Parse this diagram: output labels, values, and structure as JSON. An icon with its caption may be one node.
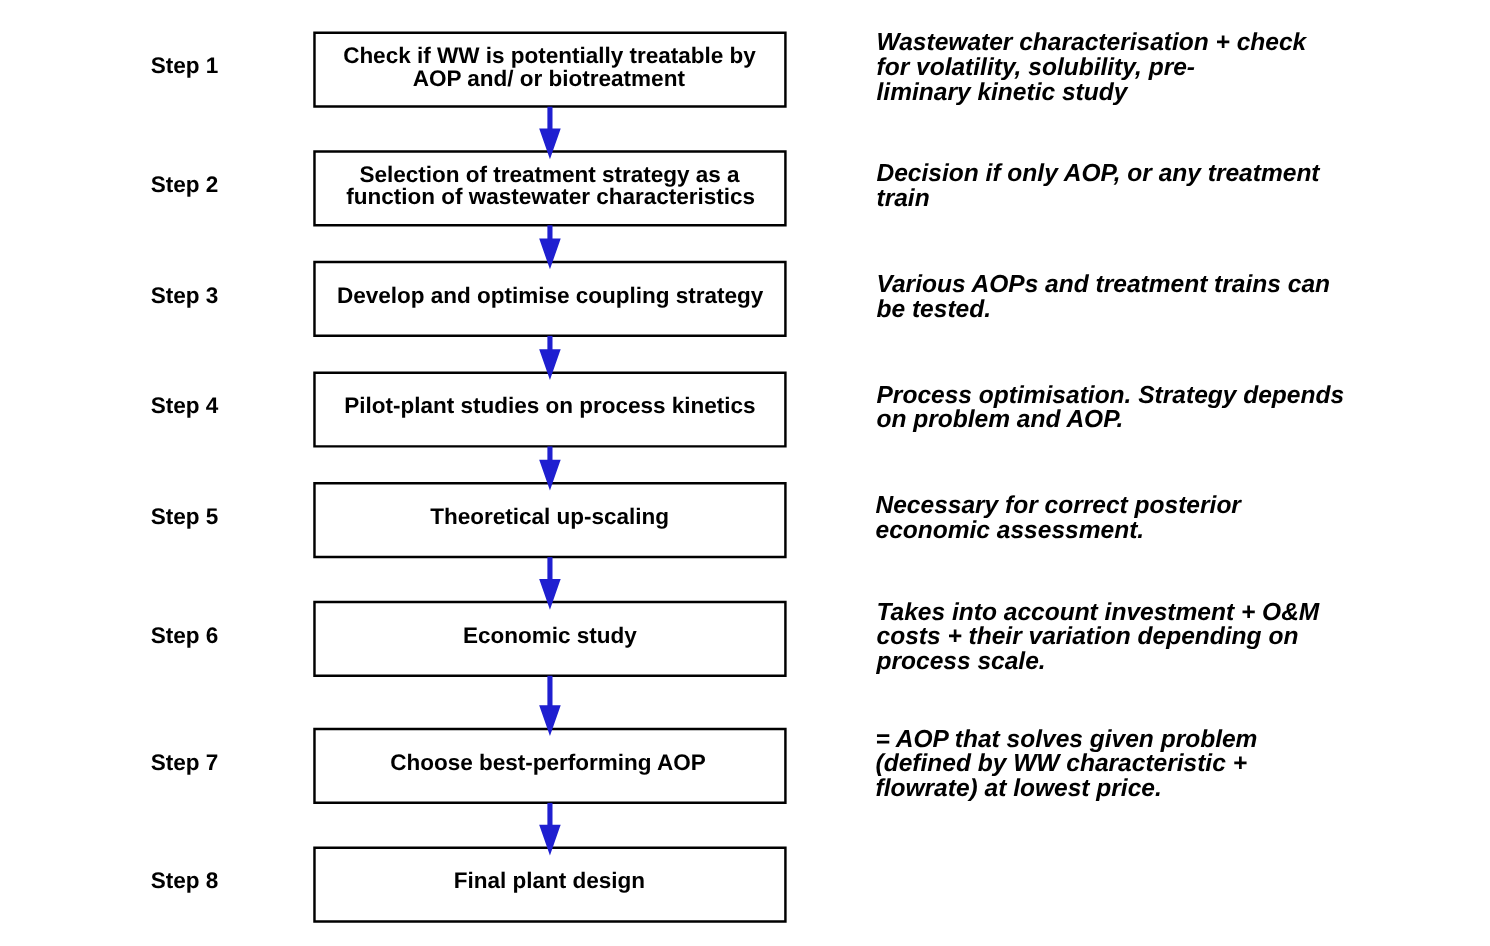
{
  "diagram": {
    "nodes": [
      {
        "text": [
          "Check if WW is potentially treatable by AOP and/ or biotreatment"
        ],
        "beside": [
          "Wastewater characterisation + check for volatility, solubility, pre-liminary kinetic study"
        ]
      },
      {
        "text": [
          "Selection of treatment strategy as a function of wastewater characteristics"
        ],
        "beside": [
          "Decision if only AOP, or any treatment train"
        ]
      },
      {
        "text": [
          "Develop and optimise coupling strategy"
        ],
        "beside": [
          "Various AOPs and treatment trains can be tested."
        ]
      },
      {
        "text": [
          "Pilot-plant studies on process kinetics"
        ],
        "beside": [
          "Process optimisation. Strategy depends on problem and AOP."
        ]
      },
      {
        "text": [
          "Theoretical up-scaling"
        ],
        "beside": [
          "Necessary for correct posterior economic assessment."
        ]
      },
      {
        "text": [
          "Economic study"
        ],
        "beside": [
          "Takes into account investment + O&M costs + their variation depending on process scale."
        ]
      },
      {
        "text": [
          "Choose best-performing AOP"
        ],
        "beside": [
          "= AOP that solves given problem (defined by WW characteristic + flowrate) at lowest price."
        ]
      },
      {
        "text": [
          "Final plant design"
        ]
      }
    ],
    "edges": [
      {
        "from": 0,
        "to": 1,
        "arrow": "to"
      },
      {
        "from": 1,
        "to": 2,
        "arrow": "to"
      },
      {
        "from": 2,
        "to": 3,
        "arrow": "to"
      },
      {
        "from": 3,
        "to": 4,
        "arrow": "to"
      },
      {
        "from": 4,
        "to": 5,
        "arrow": "to"
      },
      {
        "from": 5,
        "to": 6,
        "arrow": "to"
      },
      {
        "from": 6,
        "to": 7,
        "arrow": "to"
      }
    ],
    "labels": [
      "Step 1",
      "Step 2",
      "Step 3",
      "Step 4",
      "Step 5",
      "Step 6",
      "Step 7",
      "Step 8"
    ]
  }
}
